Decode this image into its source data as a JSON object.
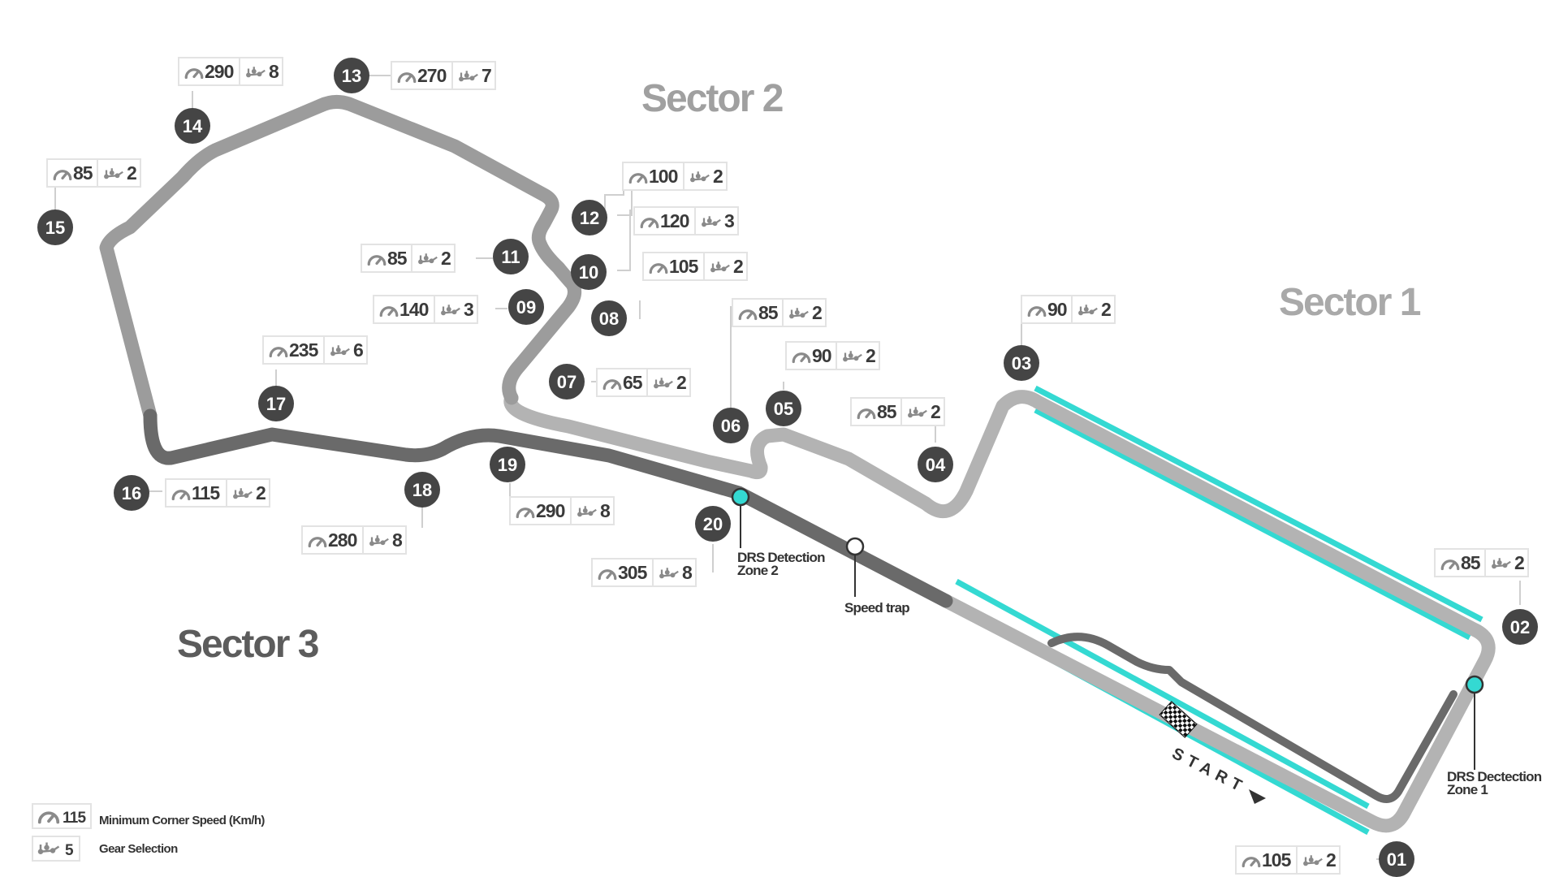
{
  "colors": {
    "track_light": "#b3b3b3",
    "track_mid": "#9c9c9c",
    "track_dark": "#6a6a6a",
    "drs": "#34d9d2",
    "marker": "#454545",
    "sector1_text": "#a9a9a9",
    "sector2_text": "#a0a0a0",
    "sector3_text": "#5c5c5c",
    "box_border": "#e3e3e3",
    "icon": "#8a8a8a"
  },
  "sectors": {
    "s1": "Sector 1",
    "s2": "Sector 2",
    "s3": "Sector 3"
  },
  "corners": [
    {
      "id": "01",
      "speed": "105",
      "gear": "2"
    },
    {
      "id": "02",
      "speed": "85",
      "gear": "2"
    },
    {
      "id": "03",
      "speed": "90",
      "gear": "2"
    },
    {
      "id": "04",
      "speed": "85",
      "gear": "2"
    },
    {
      "id": "05",
      "speed": "90",
      "gear": "2"
    },
    {
      "id": "06",
      "speed": "85",
      "gear": "2"
    },
    {
      "id": "07",
      "speed": "65",
      "gear": "2"
    },
    {
      "id": "08",
      "speed": "105",
      "gear": "2"
    },
    {
      "id": "09",
      "speed": "140",
      "gear": "3"
    },
    {
      "id": "10",
      "speed": "120",
      "gear": "3"
    },
    {
      "id": "11",
      "speed": "85",
      "gear": "2"
    },
    {
      "id": "12",
      "speed": "100",
      "gear": "2"
    },
    {
      "id": "13",
      "speed": "270",
      "gear": "7"
    },
    {
      "id": "14",
      "speed": "290",
      "gear": "8"
    },
    {
      "id": "15",
      "speed": "85",
      "gear": "2"
    },
    {
      "id": "16",
      "speed": "115",
      "gear": "2"
    },
    {
      "id": "17",
      "speed": "235",
      "gear": "6"
    },
    {
      "id": "18",
      "speed": "280",
      "gear": "8"
    },
    {
      "id": "19",
      "speed": "290",
      "gear": "8"
    },
    {
      "id": "20",
      "speed": "305",
      "gear": "8"
    }
  ],
  "labels": {
    "drs2_line1": "DRS Detection",
    "drs2_line2": "Zone 2",
    "drs1_line1": "DRS Dectection",
    "drs1_line2": "Zone 1",
    "speed_trap": "Speed trap",
    "start": "START"
  },
  "legend": {
    "speed_example": "115",
    "speed_text": "Minimum Corner Speed (Km/h)",
    "gear_example": "5",
    "gear_text": "Gear Selection"
  },
  "icons": {
    "speed": "speedometer-icon",
    "gear": "gearbox-icon",
    "finish": "checkered-flag-icon",
    "start_arrow": "triangle-arrow-icon"
  }
}
